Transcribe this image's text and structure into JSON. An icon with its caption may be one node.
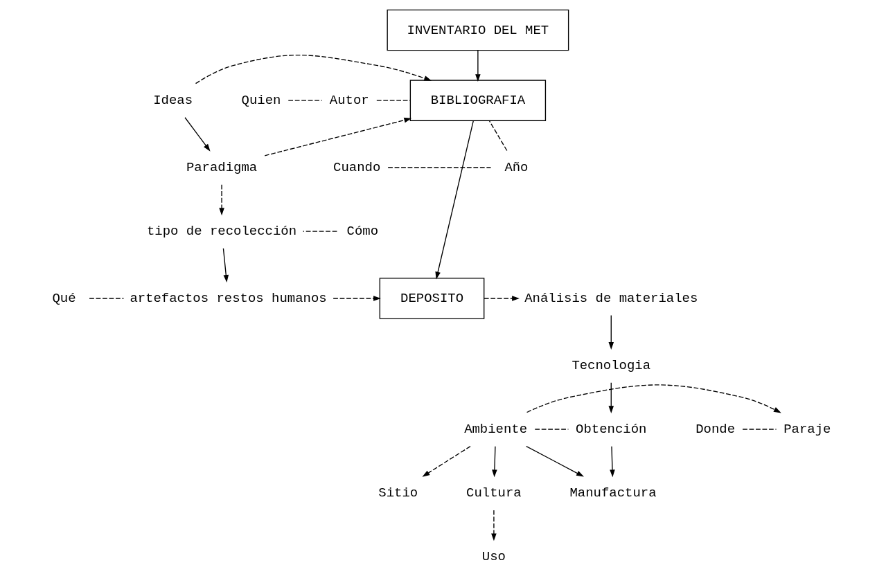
{
  "diagram": {
    "nodes": [
      {
        "text": [
          "INVENTARIO DEL MET"
        ]
      },
      {
        "text": [
          "BIBLIOGRAFIA"
        ]
      },
      {
        "text": [
          "Quien"
        ]
      },
      {
        "text": [
          "Autor"
        ]
      },
      {
        "text": [
          "Cuando"
        ]
      },
      {
        "text": [
          "Año"
        ]
      },
      {
        "text": [
          "Ideas"
        ]
      },
      {
        "text": [
          "Paradigma"
        ]
      },
      {
        "text": [
          "Cómo"
        ]
      },
      {
        "text": [
          "tipo de recolección"
        ]
      },
      {
        "text": [
          "DEPOSITO"
        ]
      },
      {
        "text": [
          "Qué"
        ]
      },
      {
        "text": [
          "artefactos restos humanos"
        ]
      },
      {
        "text": [
          "Análisis de materiales"
        ]
      },
      {
        "text": [
          "Tecnologia"
        ]
      },
      {
        "text": [
          "Donde"
        ]
      },
      {
        "text": [
          "Paraje"
        ]
      },
      {
        "text": [
          "Ambiente"
        ]
      },
      {
        "text": [
          "Obtención"
        ]
      },
      {
        "text": [
          "Sitio"
        ]
      },
      {
        "text": [
          "Cultura"
        ]
      },
      {
        "text": [
          "Manufactura"
        ]
      },
      {
        "text": [
          "Uso"
        ]
      }
    ],
    "edges": [
      {
        "from": 0,
        "to": 1,
        "arrow": "to"
      },
      {
        "from": 2,
        "to": 3,
        "arrow": "none",
        "style": "dashed"
      },
      {
        "from": 3,
        "to": 1,
        "arrow": "none",
        "style": "dashed"
      },
      {
        "from": 4,
        "to": 5,
        "arrow": "none",
        "style": "dashed"
      },
      {
        "from": 5,
        "to": 1,
        "arrow": "none",
        "style": "dashed"
      },
      {
        "from": 6,
        "to": 1,
        "arrow": "to",
        "style": "dashed"
      },
      {
        "from": 7,
        "to": 1,
        "arrow": "to",
        "style": "dashed"
      },
      {
        "from": 6,
        "to": 7,
        "arrow": "to"
      },
      {
        "from": 7,
        "to": 9,
        "arrow": "to",
        "style": "dashed"
      },
      {
        "from": 8,
        "to": 9,
        "arrow": "none",
        "style": "dashed"
      },
      {
        "from": 1,
        "to": 10,
        "arrow": "to"
      },
      {
        "from": 9,
        "to": 12,
        "arrow": "to"
      },
      {
        "from": 11,
        "to": 12,
        "arrow": "none",
        "style": "dashed"
      },
      {
        "from": 12,
        "to": 10,
        "arrow": "to",
        "style": "dashed"
      },
      {
        "from": 10,
        "to": 13,
        "arrow": "to",
        "style": "dashed"
      },
      {
        "from": 13,
        "to": 14,
        "arrow": "to"
      },
      {
        "from": 14,
        "to": 18,
        "arrow": "to"
      },
      {
        "from": 15,
        "to": 16,
        "arrow": "none",
        "style": "dashed"
      },
      {
        "from": 17,
        "to": 16,
        "arrow": "to",
        "style": "dashed"
      },
      {
        "from": 17,
        "to": 18,
        "arrow": "none",
        "style": "dashed"
      },
      {
        "from": 17,
        "to": 19,
        "arrow": "to",
        "style": "dashed"
      },
      {
        "from": 18,
        "to": 21,
        "arrow": "to"
      },
      {
        "from": 17,
        "to": 20,
        "arrow": "to"
      },
      {
        "from": 17,
        "to": 21,
        "arrow": "to"
      },
      {
        "from": 20,
        "to": 22,
        "arrow": "to",
        "style": "dashed"
      }
    ]
  }
}
